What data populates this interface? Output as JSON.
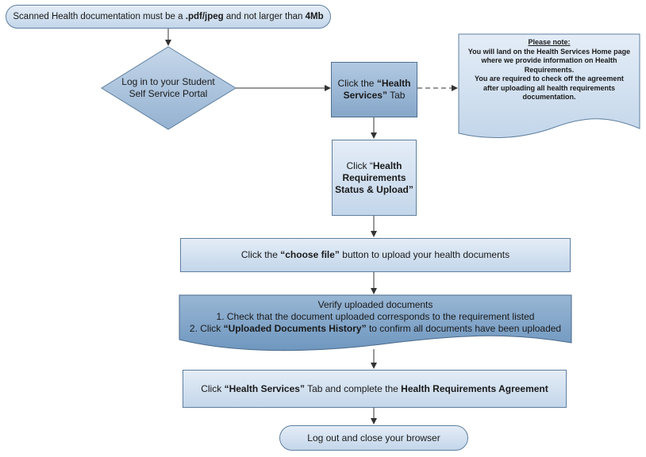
{
  "start": {
    "prefix": "Scanned Health documentation must be a ",
    "format": ".pdf/jpeg",
    "middle": " and not larger than ",
    "size": "4Mb"
  },
  "login": {
    "line1": "Log in to your Student",
    "line2": "Self Service Portal"
  },
  "health_tab": {
    "prefix": "Click the ",
    "bold1": "“Health",
    "bold2": "Services”",
    "suffix": " Tab"
  },
  "note": {
    "title": "Please note:",
    "lines": [
      "You will land on the Health Services Home page",
      "where we provide information on Health",
      "Requirements.",
      "You are required to check off the agreement",
      "after uploading all health requirements",
      "documentation."
    ]
  },
  "status_upload": {
    "prefix": "Click “",
    "line1": "Health",
    "line2": "Requirements",
    "line3": "Status & Upload”"
  },
  "choose_file": {
    "prefix": "Click the ",
    "bold": "“choose file”",
    "suffix": " button to upload your health documents"
  },
  "verify": {
    "title": "Verify uploaded documents",
    "line1": "1. Check that the  document uploaded corresponds to the requirement listed",
    "line2_prefix": "2. Click ",
    "line2_bold": "“Uploaded Documents History”",
    "line2_suffix": " to confirm all documents have been uploaded"
  },
  "agreement": {
    "prefix": "Click ",
    "bold1": "“Health Services”",
    "middle": " Tab and complete the ",
    "bold2": "Health Requirements Agreement"
  },
  "end": {
    "label": "Log out and close your browser"
  }
}
